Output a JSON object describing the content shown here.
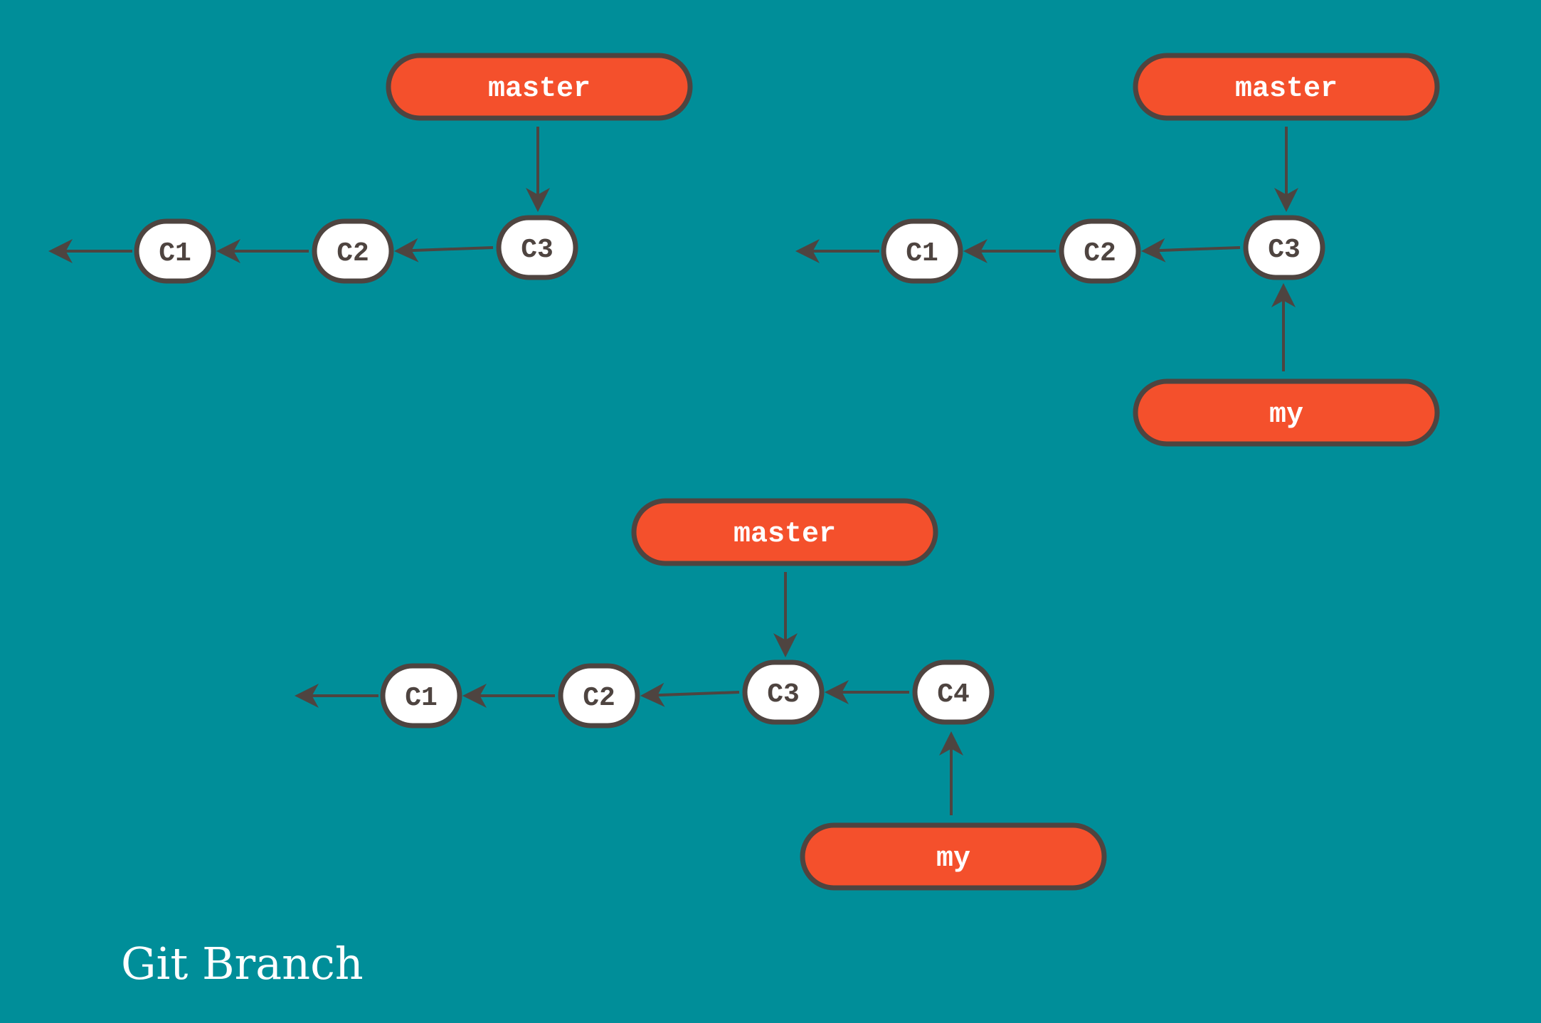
{
  "caption": "Git Branch",
  "colors": {
    "background": "#008E99",
    "branch_fill": "#F4502C",
    "outline": "#4E4440",
    "commit_fill": "#FFFFFF",
    "caption": "#FFFFFF"
  },
  "panels": [
    {
      "commits": [
        "C1",
        "C2",
        "C3"
      ],
      "branches": [
        {
          "label": "master",
          "points_to": "C3"
        }
      ]
    },
    {
      "commits": [
        "C1",
        "C2",
        "C3"
      ],
      "branches": [
        {
          "label": "master",
          "points_to": "C3"
        },
        {
          "label": "my",
          "points_to": "C3"
        }
      ]
    },
    {
      "commits": [
        "C1",
        "C2",
        "C3",
        "C4"
      ],
      "branches": [
        {
          "label": "master",
          "points_to": "C3"
        },
        {
          "label": "my",
          "points_to": "C4"
        }
      ]
    }
  ]
}
